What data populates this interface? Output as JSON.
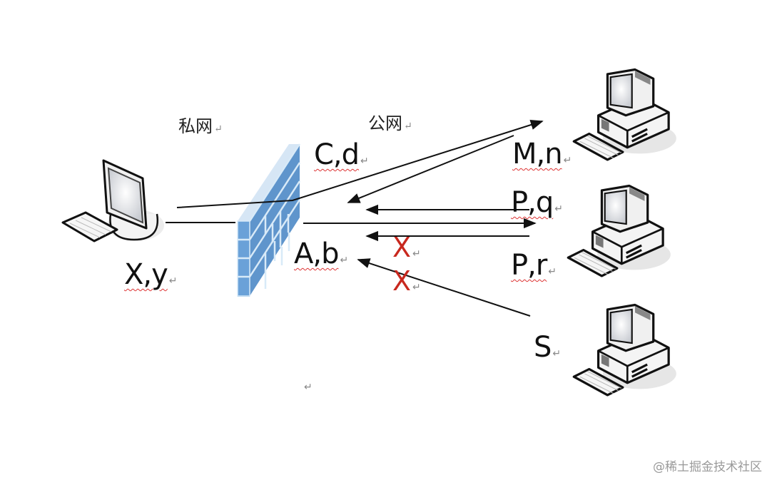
{
  "diagram": {
    "zones": {
      "private_label": "私网",
      "public_label": "公网"
    },
    "private_host": {
      "address": "X,y"
    },
    "firewall": {
      "public_address_out": "C,d",
      "public_address_in": "A,b"
    },
    "remote_hosts": [
      {
        "address": "M,n"
      },
      {
        "address": "P,q"
      },
      {
        "address": "P,r"
      },
      {
        "address": "S"
      }
    ],
    "blocked_marks": [
      "X",
      "X"
    ],
    "paragraph_mark": "↵",
    "colors": {
      "firewall_brick": "#6a9fd4",
      "firewall_mortar": "#cfe3f5",
      "blocked": "#c8281e",
      "line": "#111111"
    }
  },
  "watermark": "@稀土掘金技术社区"
}
